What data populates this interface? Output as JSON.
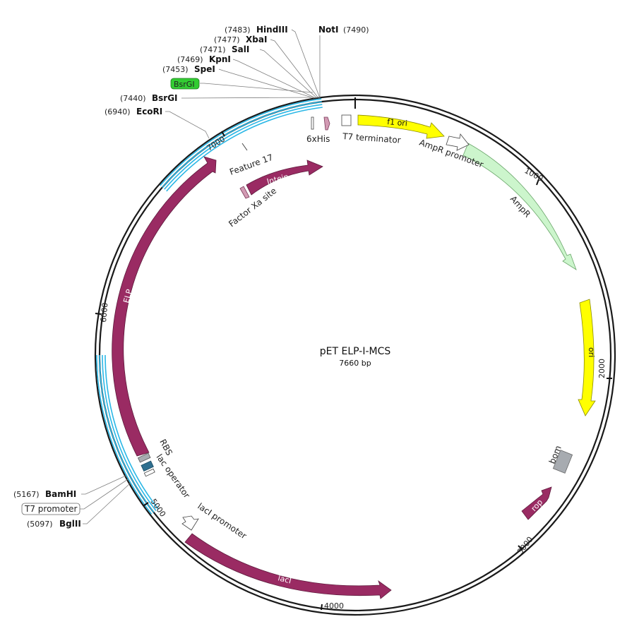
{
  "title": "pET ELP-I-MCS",
  "length_label": "7660 bp",
  "total_bp": 7660,
  "tick_labels": [
    "1000",
    "2000",
    "3000",
    "4000",
    "5000",
    "6000",
    "7000"
  ],
  "colors": {
    "backbone": "#1a1a1a",
    "cyan_track": "#2ab7e6",
    "maroon": "#9a2b63",
    "yellow": "#ffff00",
    "light_green": "#ccf5cc",
    "gray": "#a7abb0",
    "teal": "#2f6f8f",
    "bsrgi_box": "#33cc33"
  },
  "features": {
    "f1_ori": "f1 ori",
    "ampr_promoter": "AmpR promoter",
    "ampr": "AmpR",
    "ori": "ori",
    "bom": "bom",
    "rop": "rop",
    "laci": "lacI",
    "laci_promoter": "lacI promoter",
    "lac_operator": "lac operator",
    "rbs": "RBS",
    "elp": "ELP",
    "intein": "Intein",
    "factor_xa": "Factor Xa site",
    "feature17": "Feature 17",
    "his6": "6xHis",
    "t7_terminator": "T7 terminator"
  },
  "sites": {
    "hindiii": {
      "num": "(7483)",
      "name": "HindIII"
    },
    "xbai": {
      "num": "(7477)",
      "name": "XbaI"
    },
    "sali": {
      "num": "(7471)",
      "name": "SalI"
    },
    "kpni": {
      "num": "(7469)",
      "name": "KpnI"
    },
    "spei": {
      "num": "(7453)",
      "name": "SpeI"
    },
    "bsrgi_box": "BsrGI",
    "bsrgi": {
      "num": "(7440)",
      "name": "BsrGI"
    },
    "ecori": {
      "num": "(6940)",
      "name": "EcoRI"
    },
    "noti": {
      "name": "NotI",
      "num": "(7490)"
    },
    "bamhi": {
      "num": "(5167)",
      "name": "BamHI"
    },
    "t7_promoter": "T7 promoter",
    "bglii": {
      "num": "(5097)",
      "name": "BglII"
    }
  }
}
